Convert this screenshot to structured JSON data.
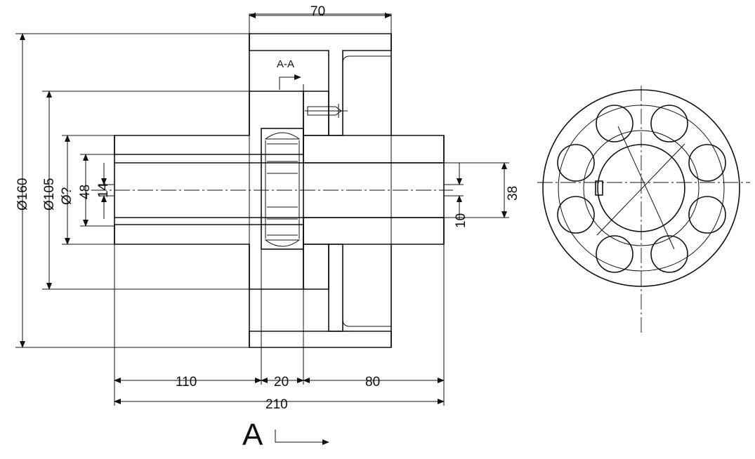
{
  "dimensions": {
    "top_width": "70",
    "dia_outer": "Ø160",
    "dia_flange": "Ø105",
    "dia_unknown": "Ø?",
    "dia_bore": "48",
    "dia_small": "14",
    "right_dia": "38",
    "right_small": "10",
    "len_left": "110",
    "len_mid": "20",
    "len_right": "80",
    "len_total": "210"
  },
  "labels": {
    "section": "A-A",
    "view": "A"
  }
}
